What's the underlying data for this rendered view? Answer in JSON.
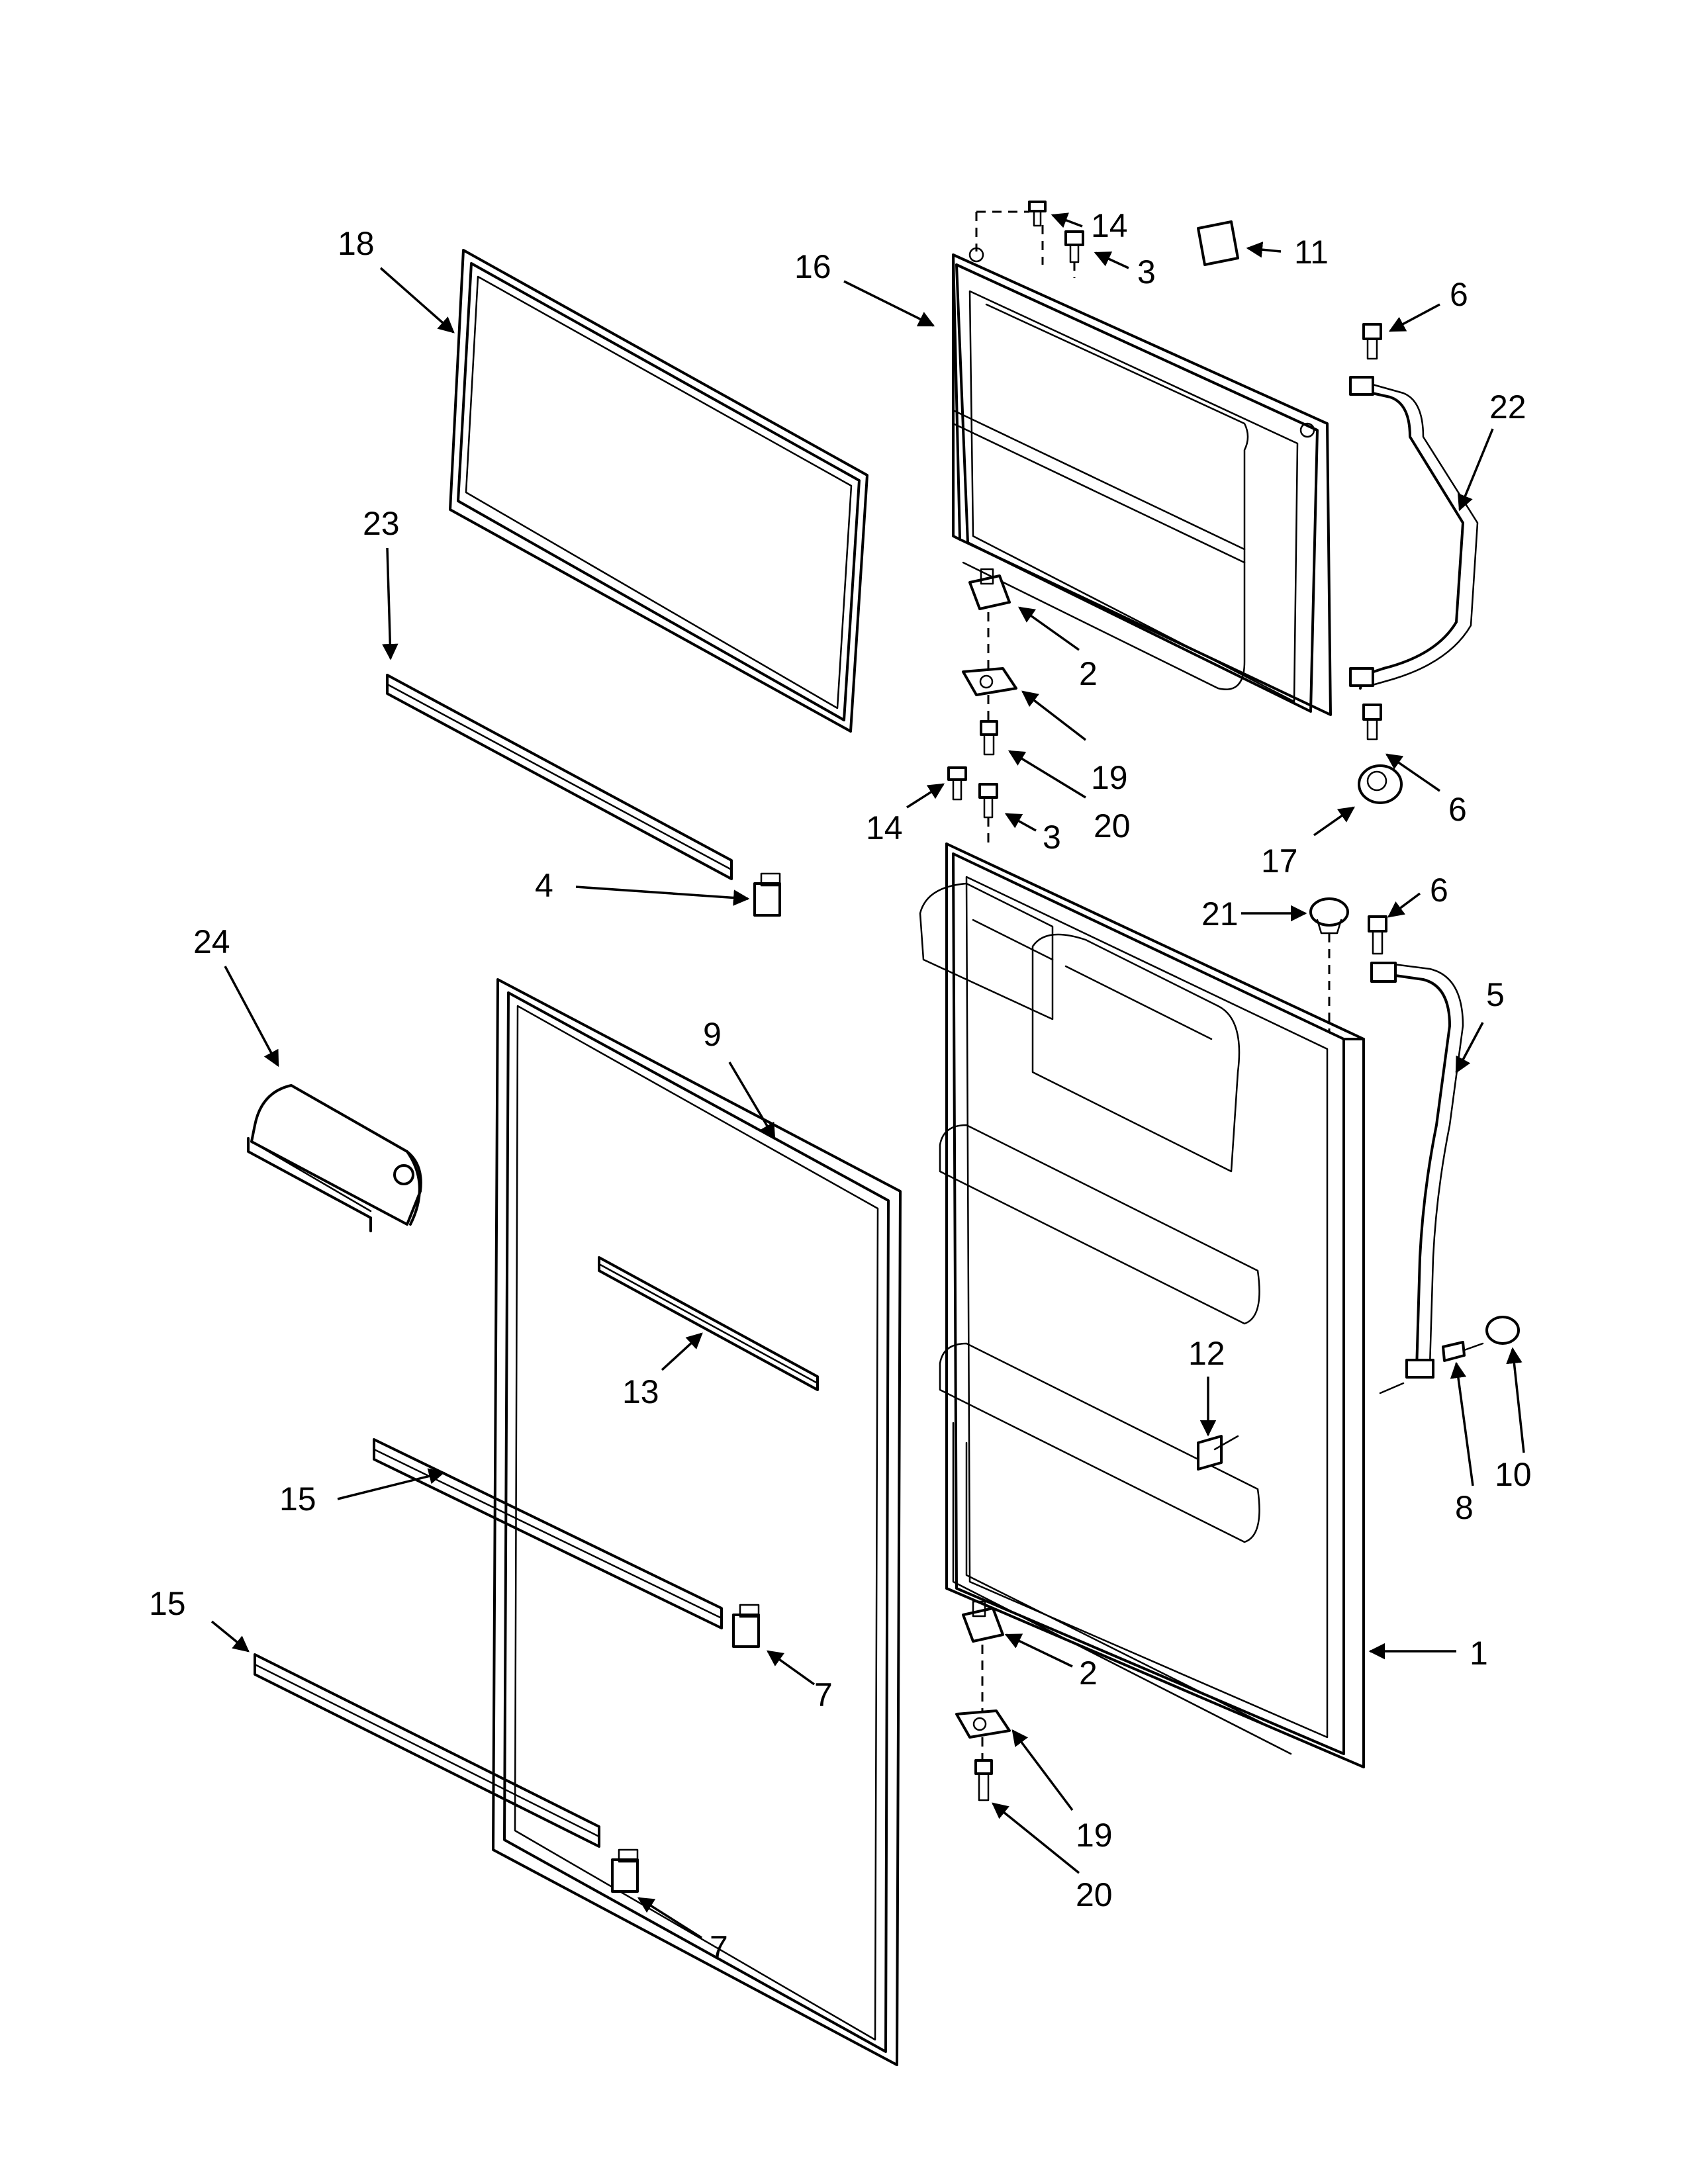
{
  "callouts": [
    "18",
    "23",
    "4",
    "24",
    "9",
    "13",
    "15",
    "15",
    "7",
    "7",
    "16",
    "14",
    "3",
    "2",
    "19",
    "20",
    "14",
    "3",
    "11",
    "6",
    "22",
    "6",
    "17",
    "21",
    "6",
    "5",
    "12",
    "8",
    "10",
    "2",
    "1",
    "19",
    "20"
  ],
  "colors": {
    "ink": "#000000",
    "paper": "#ffffff"
  }
}
